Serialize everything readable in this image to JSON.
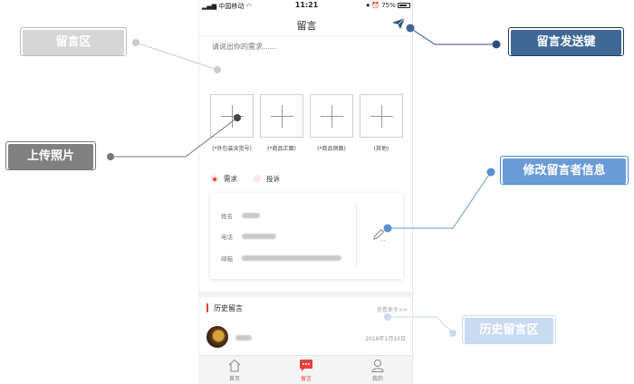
{
  "status_bar": {
    "carrier": "中国移动",
    "time": "11:21",
    "battery": "75%"
  },
  "header": {
    "title": "留言"
  },
  "message_input": {
    "placeholder": "请说出你的需求......"
  },
  "photos": [
    {
      "caption": "(*外包装含货号)"
    },
    {
      "caption": "(*商品正面)"
    },
    {
      "caption": "(*商品侧面)"
    },
    {
      "caption": "(其他)"
    }
  ],
  "type_options": [
    {
      "label": "需求",
      "selected": true
    },
    {
      "label": "投诉",
      "selected": false
    }
  ],
  "contact_card": {
    "name_label": "姓名",
    "phone_label": "电话",
    "email_label": "邮箱"
  },
  "history": {
    "title": "历史留言",
    "more_link": "查看更多>>",
    "items": [
      {
        "date": "2018年1月10日"
      }
    ]
  },
  "tabs": [
    {
      "label": "首页",
      "active": false
    },
    {
      "label": "留言",
      "active": true
    },
    {
      "label": "我的",
      "active": false
    }
  ],
  "annotations": {
    "comment_area": "留言区",
    "upload_photos": "上传照片",
    "send_button": "留言发送键",
    "edit_info": "修改留言者信息",
    "history_area": "历史留言区"
  },
  "colors": {
    "accent": "#e94040",
    "send_callout": "#3f6896",
    "edit_callout": "#6a9bd6",
    "history_callout": "#c9dbf1"
  }
}
